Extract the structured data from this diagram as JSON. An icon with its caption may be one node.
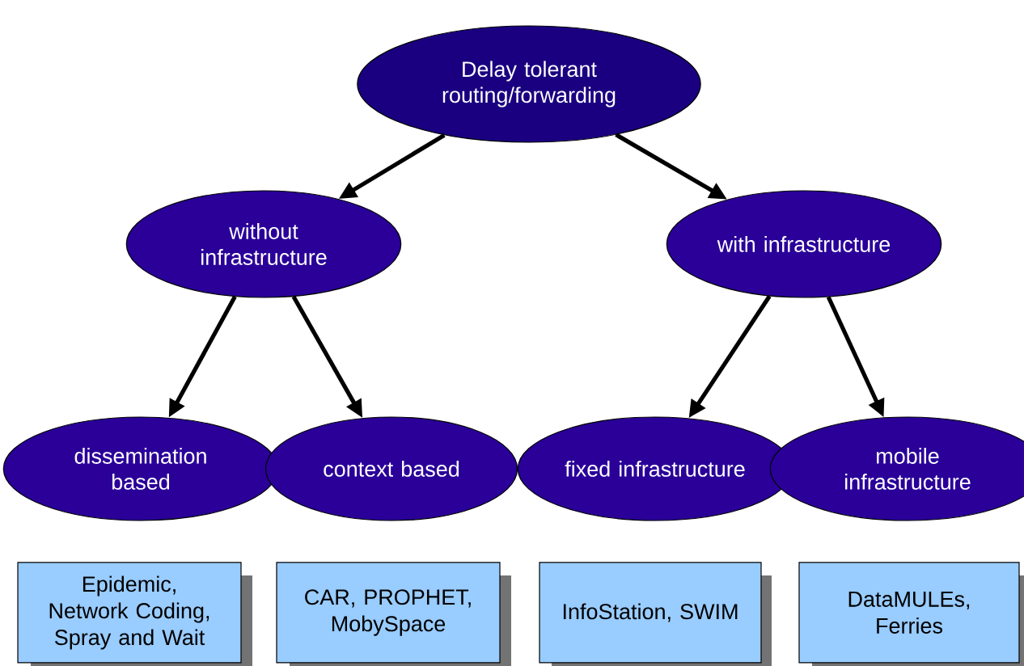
{
  "diagram": {
    "nodes": [
      {
        "text": [
          "Delay tolerant routing/forwarding"
        ]
      },
      {
        "text": [
          "without infrastructure"
        ]
      },
      {
        "text": [
          "with infrastructure"
        ]
      },
      {
        "text": [
          "dissemination based"
        ]
      },
      {
        "text": [
          "context based"
        ]
      },
      {
        "text": [
          "fixed infrastructure"
        ]
      },
      {
        "text": [
          "mobile infrastructure"
        ]
      },
      {
        "text": [
          "Epidemic, Network Coding, Spray and Wait"
        ]
      },
      {
        "text": [
          "CAR, PROPHET, MobySpace"
        ]
      },
      {
        "text": [
          "InfoStation, SWIM"
        ]
      },
      {
        "text": [
          "DataMULEs, Ferries"
        ]
      }
    ],
    "edges": [
      {
        "from": 0,
        "to": 1,
        "arrow": "to"
      },
      {
        "from": 0,
        "to": 2,
        "arrow": "to"
      },
      {
        "from": 1,
        "to": 3,
        "arrow": "to"
      },
      {
        "from": 1,
        "to": 4,
        "arrow": "to"
      },
      {
        "from": 2,
        "to": 5,
        "arrow": "to"
      },
      {
        "from": 2,
        "to": 6,
        "arrow": "to"
      }
    ]
  }
}
